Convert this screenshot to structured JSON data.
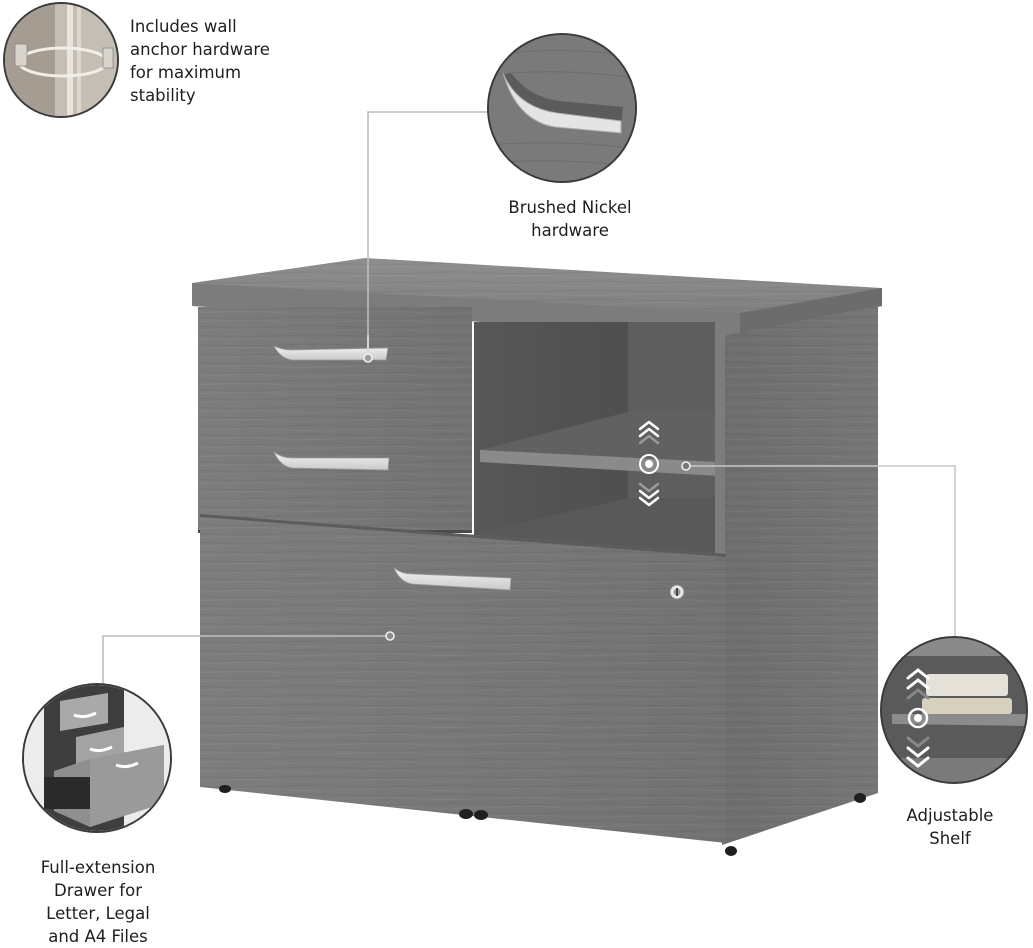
{
  "product": {
    "type": "lateral file cabinet with open storage",
    "finish_color": "#7f7f7f",
    "hardware_color": "#e6e6e6"
  },
  "callouts": [
    {
      "id": "wall-anchor",
      "lines": [
        "Includes wall",
        "anchor hardware",
        "for maximum",
        "stability"
      ],
      "icon": "wall-anchor-icon"
    },
    {
      "id": "hardware",
      "lines": [
        "Brushed Nickel",
        "hardware"
      ],
      "icon": "drawer-pull-icon"
    },
    {
      "id": "adjustable-shelf",
      "lines": [
        "Adjustable",
        "Shelf"
      ],
      "icon": "adjustable-shelf-icon"
    },
    {
      "id": "file-drawer",
      "lines": [
        "Full-extension",
        "Drawer for",
        "Letter, Legal",
        "and A4 Files"
      ],
      "icon": "open-drawers-icon"
    }
  ]
}
